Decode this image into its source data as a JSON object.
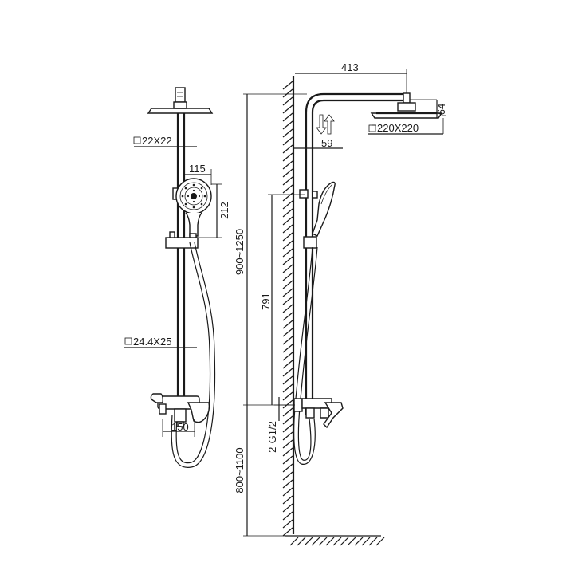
{
  "front_view": {
    "dims": {
      "slide_rail_section": "22X22",
      "hand_shower_width": "115",
      "hand_shower_height": "212",
      "riser_section": "24.4X25",
      "mixer_width": "150"
    }
  },
  "side_view": {
    "dims": {
      "arm_length": "413",
      "head_thickness": "64",
      "head_size": "220X220",
      "slide_offset": "59",
      "total_height_range": "900~1250",
      "mixer_to_holder": "791",
      "inlet_thread": "2-G1/2",
      "floor_to_mixer_range": "800~1100"
    }
  }
}
